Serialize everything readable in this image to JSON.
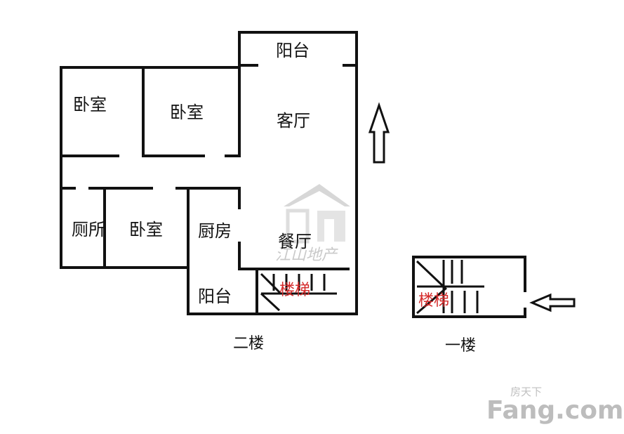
{
  "floor2": {
    "title": "二楼",
    "rooms": {
      "bedroom_1": "卧室",
      "bedroom_2": "卧室",
      "bedroom_3": "卧室",
      "balcony_top": "阳台",
      "living_room": "客厅",
      "dining_room": "餐厅",
      "toilet": "厕所",
      "kitchen": "厨房",
      "balcony_bottom": "阳台",
      "stairs": "楼梯"
    }
  },
  "floor1": {
    "title": "一楼",
    "stairs": "楼梯"
  },
  "watermark": {
    "text": "江山地产"
  },
  "logo": {
    "small": "房天下",
    "big": "Fang.com"
  },
  "colors": {
    "wall": "#111111",
    "stairs_text": "#d42a2a",
    "watermark": "#c9c9c9"
  },
  "icons": [
    "north-arrow-icon",
    "entrance-arrow-icon",
    "house-watermark-icon"
  ]
}
